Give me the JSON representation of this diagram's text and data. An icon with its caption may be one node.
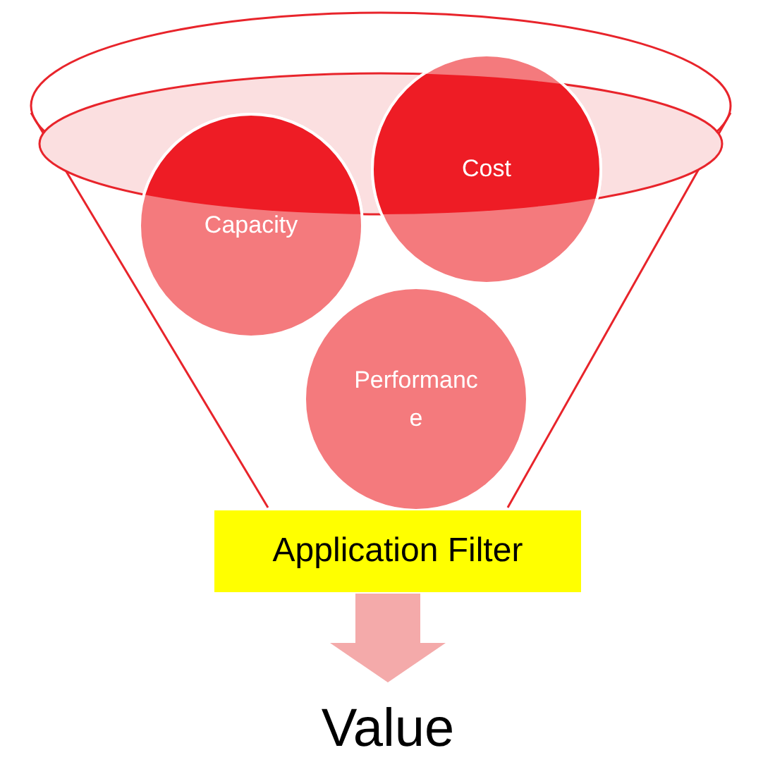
{
  "diagram": {
    "nodes": [
      {
        "text": [
          "Capacity"
        ]
      },
      {
        "text": [
          "Cost"
        ]
      },
      {
        "text": [
          "Performance"
        ]
      },
      {
        "text": [
          "Application Filter"
        ]
      },
      {
        "text": [
          "Value"
        ]
      }
    ],
    "edges": [
      {
        "from": 3,
        "to": 4,
        "arrow": "to"
      }
    ]
  }
}
